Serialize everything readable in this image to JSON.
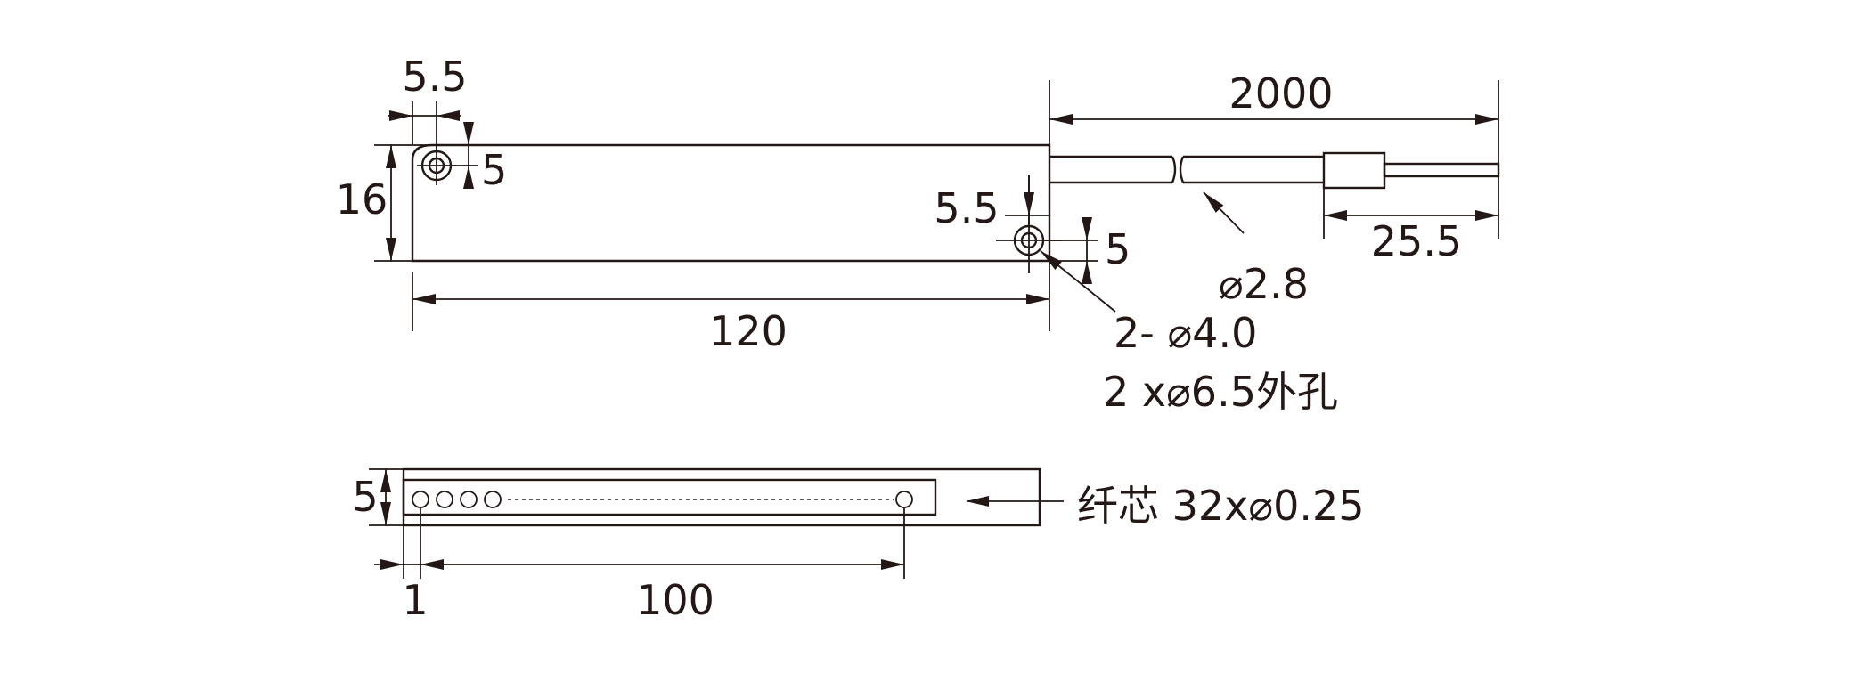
{
  "top_view": {
    "hole_x_offset": "5.5",
    "hole_y_offset": "5",
    "height": "16",
    "length": "120",
    "cable_length": "2000",
    "ferrule_length": "25.5",
    "cable_dia": "⌀2.8",
    "right_hole_x_offset": "5.5",
    "right_hole_y_offset": "5",
    "holes_note": "2- ⌀4.0",
    "outer_holes_note": "2 x⌀6.5外孔"
  },
  "bottom_view": {
    "thickness": "5",
    "edge_offset": "1",
    "fiber_span": "100",
    "fiber_note": "纤芯 32x⌀0.25"
  },
  "colors": {
    "line": "#231815",
    "background": "#ffffff"
  }
}
